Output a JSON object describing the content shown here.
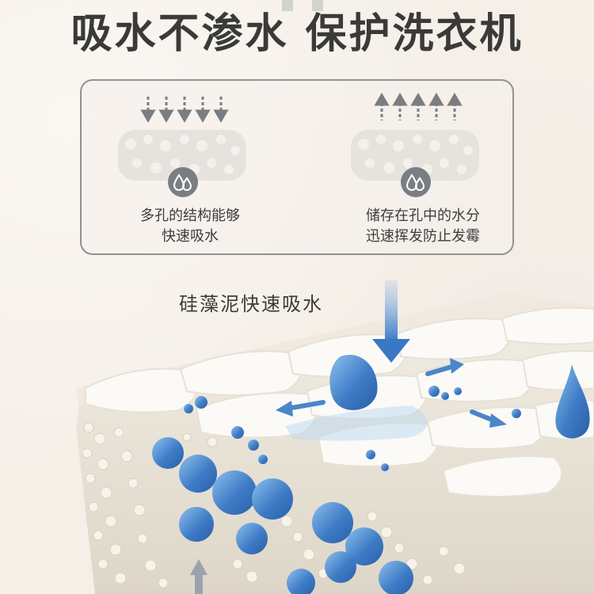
{
  "headline": "吸水不渗水 保护洗衣机",
  "panels": [
    {
      "line1": "多孔的结构能够",
      "line2": "快速吸水",
      "arrow_direction": "down",
      "icon": "water-drop-icon"
    },
    {
      "line1": "储存在孔中的水分",
      "line2": "迅速挥发防止发霉",
      "arrow_direction": "up",
      "icon": "water-drop-icon"
    }
  ],
  "scene_label": "硅藻泥快速吸水",
  "colors": {
    "text": "#3a3a3a",
    "card_border": "#8f9296",
    "icon_gray": "#7a7d82",
    "water_blue": "#4a86c8",
    "mat_white": "#fbfaf7"
  }
}
